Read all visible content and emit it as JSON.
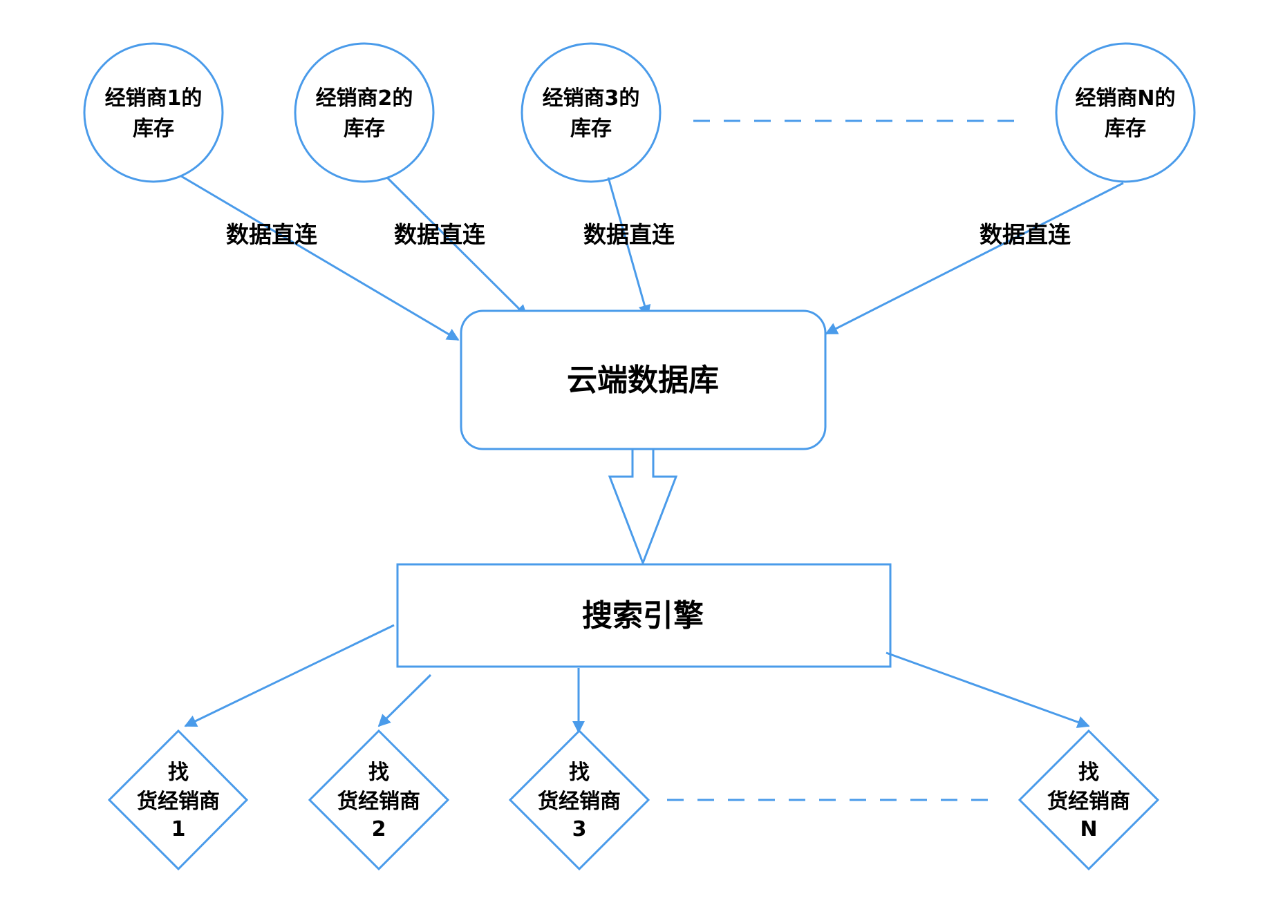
{
  "diagram": {
    "accent_color": "#4A9BEA",
    "dealers": [
      {
        "line1": "经销商1的",
        "line2": "库存"
      },
      {
        "line1": "经销商2的",
        "line2": "库存"
      },
      {
        "line1": "经销商3的",
        "line2": "库存"
      },
      {
        "line1": "经销商N的",
        "line2": "库存"
      }
    ],
    "connection_label": "数据直连",
    "cloud_db": {
      "label": "云端数据库"
    },
    "search_engine": {
      "label": "搜索引擎"
    },
    "finders": [
      {
        "line1": "找",
        "line2": "货经销商",
        "line3": "1"
      },
      {
        "line1": "找",
        "line2": "货经销商",
        "line3": "2"
      },
      {
        "line1": "找",
        "line2": "货经销商",
        "line3": "3"
      },
      {
        "line1": "找",
        "line2": "货经销商",
        "line3": "N"
      }
    ]
  }
}
